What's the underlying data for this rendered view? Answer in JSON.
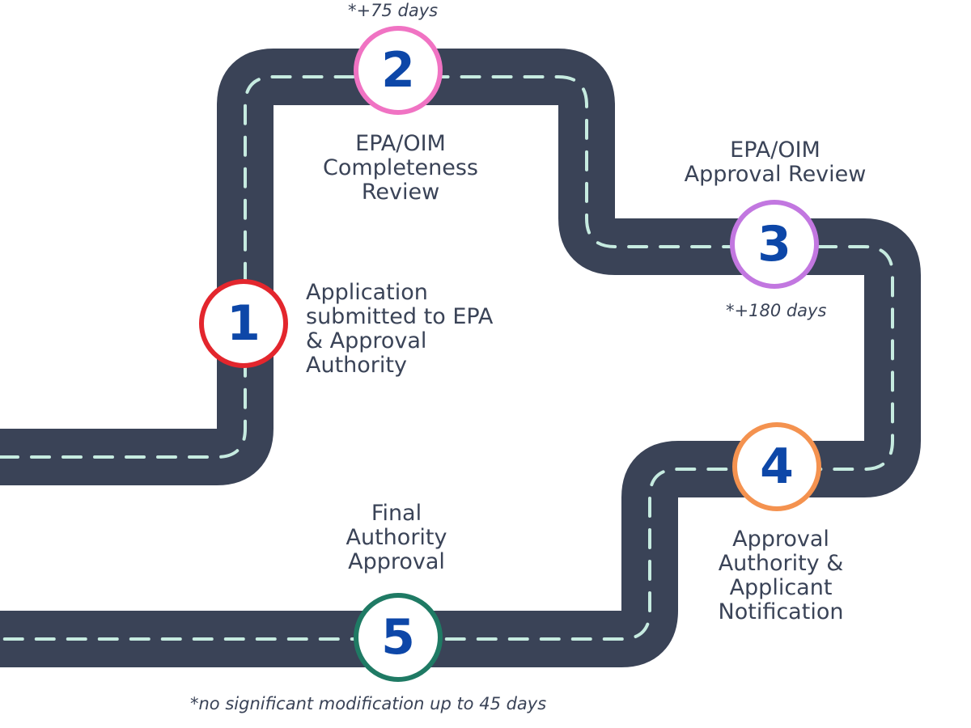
{
  "colors": {
    "road": "#3a4357",
    "lane": "#c6ebe0",
    "number": "#0d47a8",
    "text": "#3a4357",
    "background": "#ffffff"
  },
  "steps": [
    {
      "number": "1",
      "ring_color": "#e3262d",
      "label_lines": [
        "Application",
        "submitted to EPA",
        "& Approval",
        "Authority"
      ]
    },
    {
      "number": "2",
      "ring_color": "#f073c3",
      "label_lines": [
        "EPA/OIM",
        "Completeness",
        "Review"
      ],
      "note": "*+75 days"
    },
    {
      "number": "3",
      "ring_color": "#c277e0",
      "label_lines": [
        "EPA/OIM",
        "Approval Review"
      ],
      "note": "*+180 days"
    },
    {
      "number": "4",
      "ring_color": "#f4924f",
      "label_lines": [
        "Approval",
        "Authority &",
        "Applicant",
        "Notification"
      ]
    },
    {
      "number": "5",
      "ring_color": "#1f7a64",
      "label_lines": [
        "Final",
        "Authority",
        "Approval"
      ]
    }
  ],
  "footnote": "*no significant modification up to 45 days"
}
